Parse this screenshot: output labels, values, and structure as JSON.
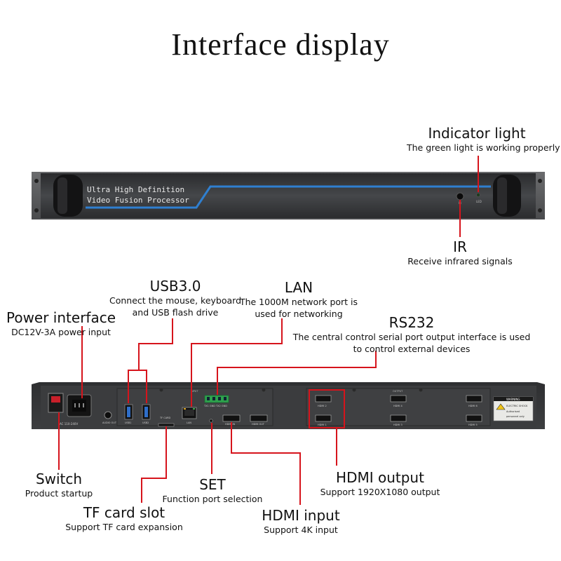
{
  "title": "Interface display",
  "front_panel": {
    "text_line1": "Ultra High Definition",
    "text_line2": "Video Fusion Processor",
    "led_label": "LED",
    "ir_label": "IR"
  },
  "rear_panel": {
    "voltage_label": "AC 110-240V",
    "audio_label": "AUDIO OUT",
    "usb1": "USB1",
    "usb2": "USB2",
    "tf_label": "TF CARD",
    "lan_label": "LAN",
    "input_label": "INPUT",
    "rs232_pins": "TX1 GND TX2 GND",
    "hdmi_in": "HDMI IN",
    "hdmi_out": "HDMI OUT",
    "output_label": "OUTPUT",
    "out_ports": [
      "HDMI 2",
      "HDMI 1",
      "HDMI 4",
      "HDMI 3",
      "HDMI 6",
      "HDMI 5"
    ],
    "warning_title": "WARNING",
    "warning_line1": "ELECTRIC SHOCK",
    "warning_line2": "Authorised",
    "warning_line3": "personnel only"
  },
  "callouts": {
    "indicator": {
      "title": "Indicator light",
      "desc": "The green light is working properly"
    },
    "ir": {
      "title": "IR",
      "desc": "Receive infrared signals"
    },
    "usb": {
      "title": "USB3.0",
      "desc1": "Connect the mouse, keyboard",
      "desc2": "and USB flash drive"
    },
    "lan": {
      "title": "LAN",
      "desc1": "The 1000M network port is",
      "desc2": "used for networking"
    },
    "power": {
      "title": "Power interface",
      "desc": "DC12V-3A power input"
    },
    "rs232": {
      "title": "RS232",
      "desc1": "The central control serial port output interface is used",
      "desc2": "to control external devices"
    },
    "switch": {
      "title": "Switch",
      "desc": "Product startup"
    },
    "set": {
      "title": "SET",
      "desc": "Function port selection"
    },
    "hdmi_output": {
      "title": "HDMI output",
      "desc": "Support 1920X1080 output"
    },
    "tf": {
      "title": "TF card slot",
      "desc": "Support TF card expansion"
    },
    "hdmi_input": {
      "title": "HDMI input",
      "desc": "Support 4K input"
    }
  },
  "colors": {
    "leader": "#d6141c",
    "accent_line": "#2f7fd0",
    "panel": "#3a3b3d"
  }
}
